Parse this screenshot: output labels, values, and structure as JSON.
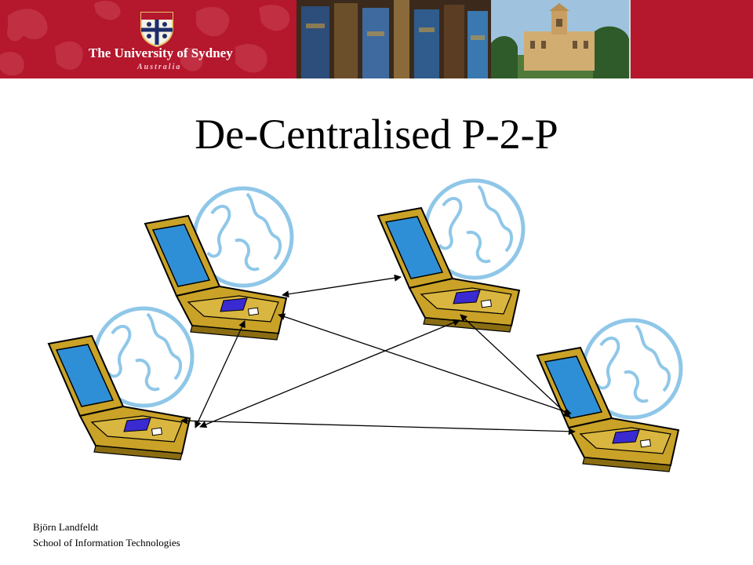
{
  "header": {
    "university_name": "The University of Sydney",
    "country": "Australia",
    "colors": {
      "banner": "#b5172d",
      "banner_pattern": "#c94050"
    }
  },
  "slide": {
    "title": "De-Centralised P-2-P"
  },
  "diagram": {
    "nodes": [
      {
        "id": "peer-top-left",
        "icon": "laptop-with-globe-icon"
      },
      {
        "id": "peer-top-right",
        "icon": "laptop-with-globe-icon"
      },
      {
        "id": "peer-bottom-left",
        "icon": "laptop-with-globe-icon"
      },
      {
        "id": "peer-bottom-right",
        "icon": "laptop-with-globe-icon"
      }
    ],
    "edges": [
      {
        "from": "peer-top-left",
        "to": "peer-top-right",
        "style": "bidirectional-arrow"
      },
      {
        "from": "peer-top-left",
        "to": "peer-bottom-right",
        "style": "bidirectional-arrow"
      },
      {
        "from": "peer-bottom-left",
        "to": "peer-top-left",
        "style": "bidirectional-arrow"
      },
      {
        "from": "peer-bottom-left",
        "to": "peer-top-right",
        "style": "bidirectional-arrow"
      },
      {
        "from": "peer-bottom-left",
        "to": "peer-bottom-right",
        "style": "bidirectional-arrow"
      },
      {
        "from": "peer-top-right",
        "to": "peer-bottom-right",
        "style": "bidirectional-arrow"
      }
    ],
    "colors": {
      "globe": "#8fc7e8",
      "laptop_body": "#c9a227",
      "laptop_screen": "#2f8fd6",
      "keyboard": "#3a2ad1"
    }
  },
  "footer": {
    "author": "Björn Landfeldt",
    "school": "School of Information Technologies"
  }
}
